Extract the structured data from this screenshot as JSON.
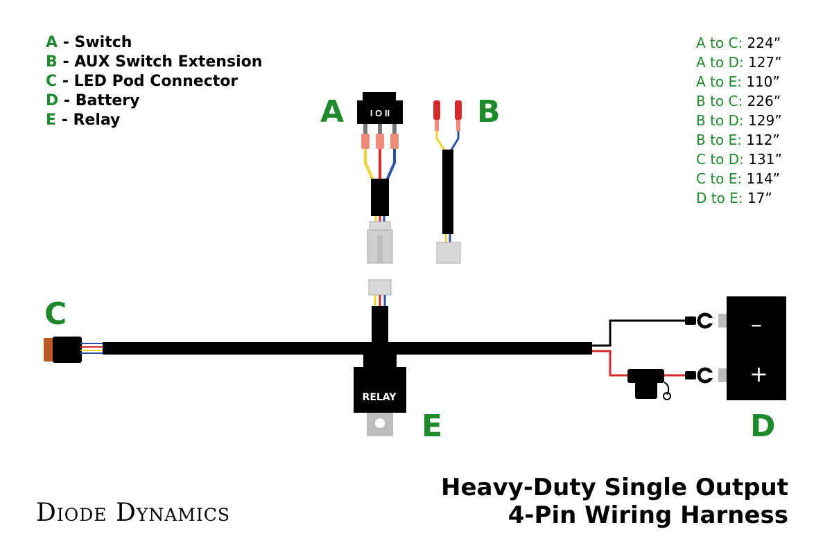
{
  "legend": [
    {
      "letter": "A",
      "text": " - Switch"
    },
    {
      "letter": "B",
      "text": " - AUX Switch Extension"
    },
    {
      "letter": "C",
      "text": " - LED Pod Connector"
    },
    {
      "letter": "D",
      "text": " - Battery"
    },
    {
      "letter": "E",
      "text": " - Relay"
    }
  ],
  "lengths": [
    {
      "label": "A to C:",
      "value": " 224”"
    },
    {
      "label": "A to D:",
      "value": " 127”"
    },
    {
      "label": "A to E:",
      "value": " 110”"
    },
    {
      "label": "B to C:",
      "value": " 226”"
    },
    {
      "label": "B to D:",
      "value": " 129”"
    },
    {
      "label": "B to E:",
      "value": " 112”"
    },
    {
      "label": "C to D:",
      "value": " 131”"
    },
    {
      "label": "C to E:",
      "value": " 114”"
    },
    {
      "label": "D to E:",
      "value": " 17”"
    }
  ],
  "labels": {
    "a": "A",
    "b": "B",
    "c": "C",
    "d": "D",
    "e": "E"
  },
  "switch_marks": "I O II",
  "relay_label": "RELAY",
  "battery": {
    "negative": "–",
    "positive": "+"
  },
  "product_title": {
    "line1": "Heavy-Duty Single Output",
    "line2": "4-Pin Wiring Harness"
  },
  "brand": "Diode Dynamics",
  "colors": {
    "accent_green": "#1f8a2b",
    "cable_black": "#000000",
    "wire_red": "#d62a2a",
    "wire_yellow": "#f2d22e",
    "wire_blue": "#2a4fa8",
    "connector_gray": "#cfcfcf",
    "terminal_salmon": "#f08a7a",
    "connector_orange": "#b8581e"
  }
}
